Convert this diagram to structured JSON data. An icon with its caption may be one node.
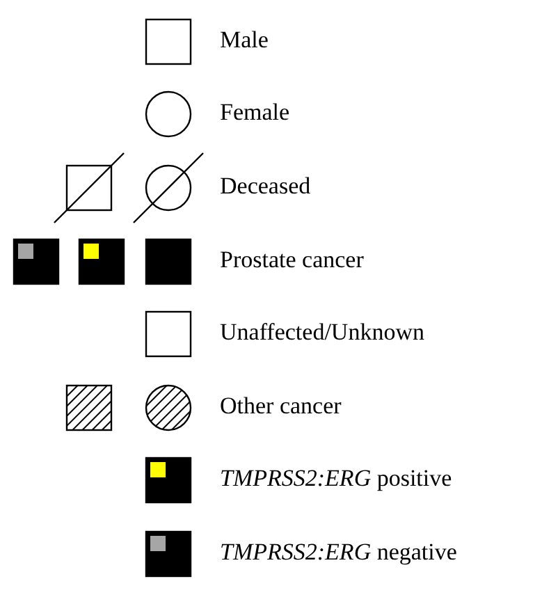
{
  "diagram": {
    "legend": [
      {
        "text": "Male"
      },
      {
        "text": "Female"
      },
      {
        "text": "Deceased"
      },
      {
        "text": "Prostate cancer"
      },
      {
        "text": "Unaffected/Unknown"
      },
      {
        "text": "Other cancer"
      },
      {
        "text": "*TMPRSS2:ERG* positive"
      },
      {
        "text": "*TMPRSS2:ERG* negative"
      }
    ]
  }
}
